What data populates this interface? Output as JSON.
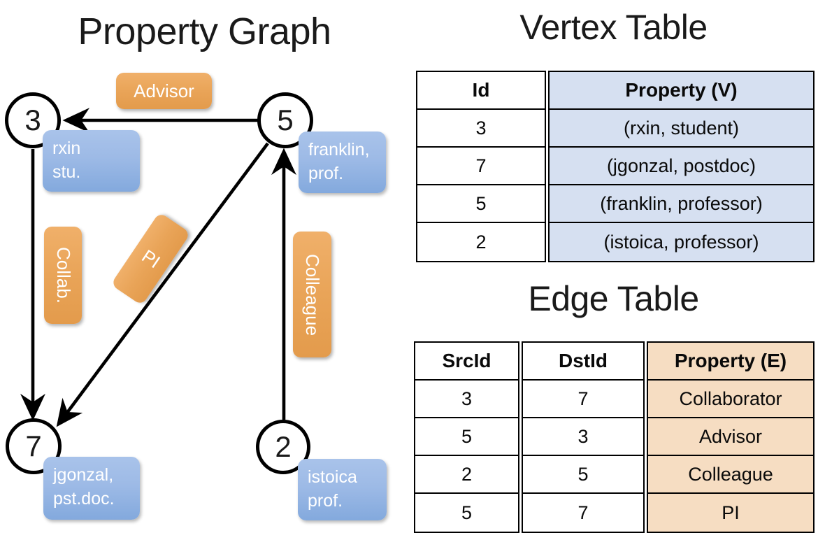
{
  "titles": {
    "property_graph": "Property Graph",
    "vertex_table": "Vertex Table",
    "edge_table": "Edge Table"
  },
  "graph": {
    "nodes": [
      {
        "id": "3",
        "property_lines": [
          "rxin",
          "stu."
        ]
      },
      {
        "id": "5",
        "property_lines": [
          "franklin,",
          "prof."
        ]
      },
      {
        "id": "7",
        "property_lines": [
          "jgonzal,",
          "pst.doc."
        ]
      },
      {
        "id": "2",
        "property_lines": [
          "istoica",
          "prof."
        ]
      }
    ],
    "edge_labels": [
      {
        "name": "advisor",
        "text": "Advisor"
      },
      {
        "name": "collab",
        "text": "Collab."
      },
      {
        "name": "pi",
        "text": "PI"
      },
      {
        "name": "colleague",
        "text": "Colleague"
      }
    ],
    "edges": [
      {
        "src": "5",
        "dst": "3",
        "label": "Advisor"
      },
      {
        "src": "3",
        "dst": "7",
        "label": "Collab."
      },
      {
        "src": "5",
        "dst": "7",
        "label": "PI"
      },
      {
        "src": "2",
        "dst": "5",
        "label": "Colleague"
      }
    ]
  },
  "vertex_table": {
    "headers": [
      "Id",
      "Property (V)"
    ],
    "rows": [
      {
        "id": "3",
        "property": "(rxin, student)"
      },
      {
        "id": "7",
        "property": "(jgonzal, postdoc)"
      },
      {
        "id": "5",
        "property": "(franklin, professor)"
      },
      {
        "id": "2",
        "property": "(istoica, professor)"
      }
    ]
  },
  "edge_table": {
    "headers": [
      "SrcId",
      "DstId",
      "Property (E)"
    ],
    "rows": [
      {
        "src": "3",
        "dst": "7",
        "property": "Collaborator"
      },
      {
        "src": "5",
        "dst": "3",
        "property": "Advisor"
      },
      {
        "src": "2",
        "dst": "5",
        "property": "Colleague"
      },
      {
        "src": "5",
        "dst": "7",
        "property": "PI"
      }
    ]
  },
  "colors": {
    "vertex_tint": "#d6e0f1",
    "edge_tint": "#f6ddc2",
    "node_box_blue": "#9dbae6",
    "edge_label_orange": "#e9a458",
    "stroke": "#000000"
  }
}
